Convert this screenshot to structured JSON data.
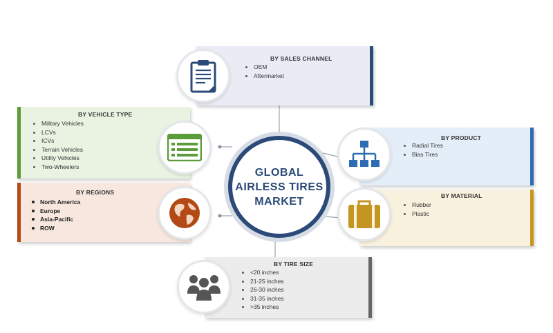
{
  "center": {
    "lines": [
      "GLOBAL",
      "AIRLESS TIRES",
      "MARKET"
    ]
  },
  "segments": {
    "sales_channel": {
      "title": "BY SALES CHANNEL",
      "items": [
        "OEM",
        "Aftermarket"
      ],
      "icon": "clipboard-icon",
      "bg": "#e9ecf4",
      "accent": "#2b4a78"
    },
    "vehicle_type": {
      "title": "BY VEHICLE TYPE",
      "items": [
        "Military Vehicles",
        "LCVs",
        "ICVs",
        "Terrain Vehicles",
        "Utility Vehicles",
        "Two-Wheelers"
      ],
      "icon": "list-window-icon",
      "bg": "#eaf3e2",
      "accent": "#5a9b3a"
    },
    "product": {
      "title": "BY PRODUCT",
      "items": [
        "Radial Tires",
        "Bias Tires"
      ],
      "icon": "hierarchy-icon",
      "bg": "#e4eef8",
      "accent": "#2c6db4"
    },
    "regions": {
      "title": "BY REGIONS",
      "items": [
        "North America",
        "Europe",
        "Asia-Pacific",
        "ROW"
      ],
      "icon": "globe-icon",
      "bg": "#f8e7de",
      "accent": "#b34a15"
    },
    "material": {
      "title": "BY MATERIAL",
      "items": [
        "Rubber",
        "Plastic"
      ],
      "icon": "briefcase-icon",
      "bg": "#f8f1de",
      "accent": "#c49521"
    },
    "tire_size": {
      "title": "BY TIRE SIZE",
      "items": [
        "<20 inches",
        "21-25 inches",
        "26-30 inches",
        "31-35 inches",
        ">35 inches"
      ],
      "icon": "people-group-icon",
      "bg": "#ececec",
      "accent": "#666666"
    }
  }
}
